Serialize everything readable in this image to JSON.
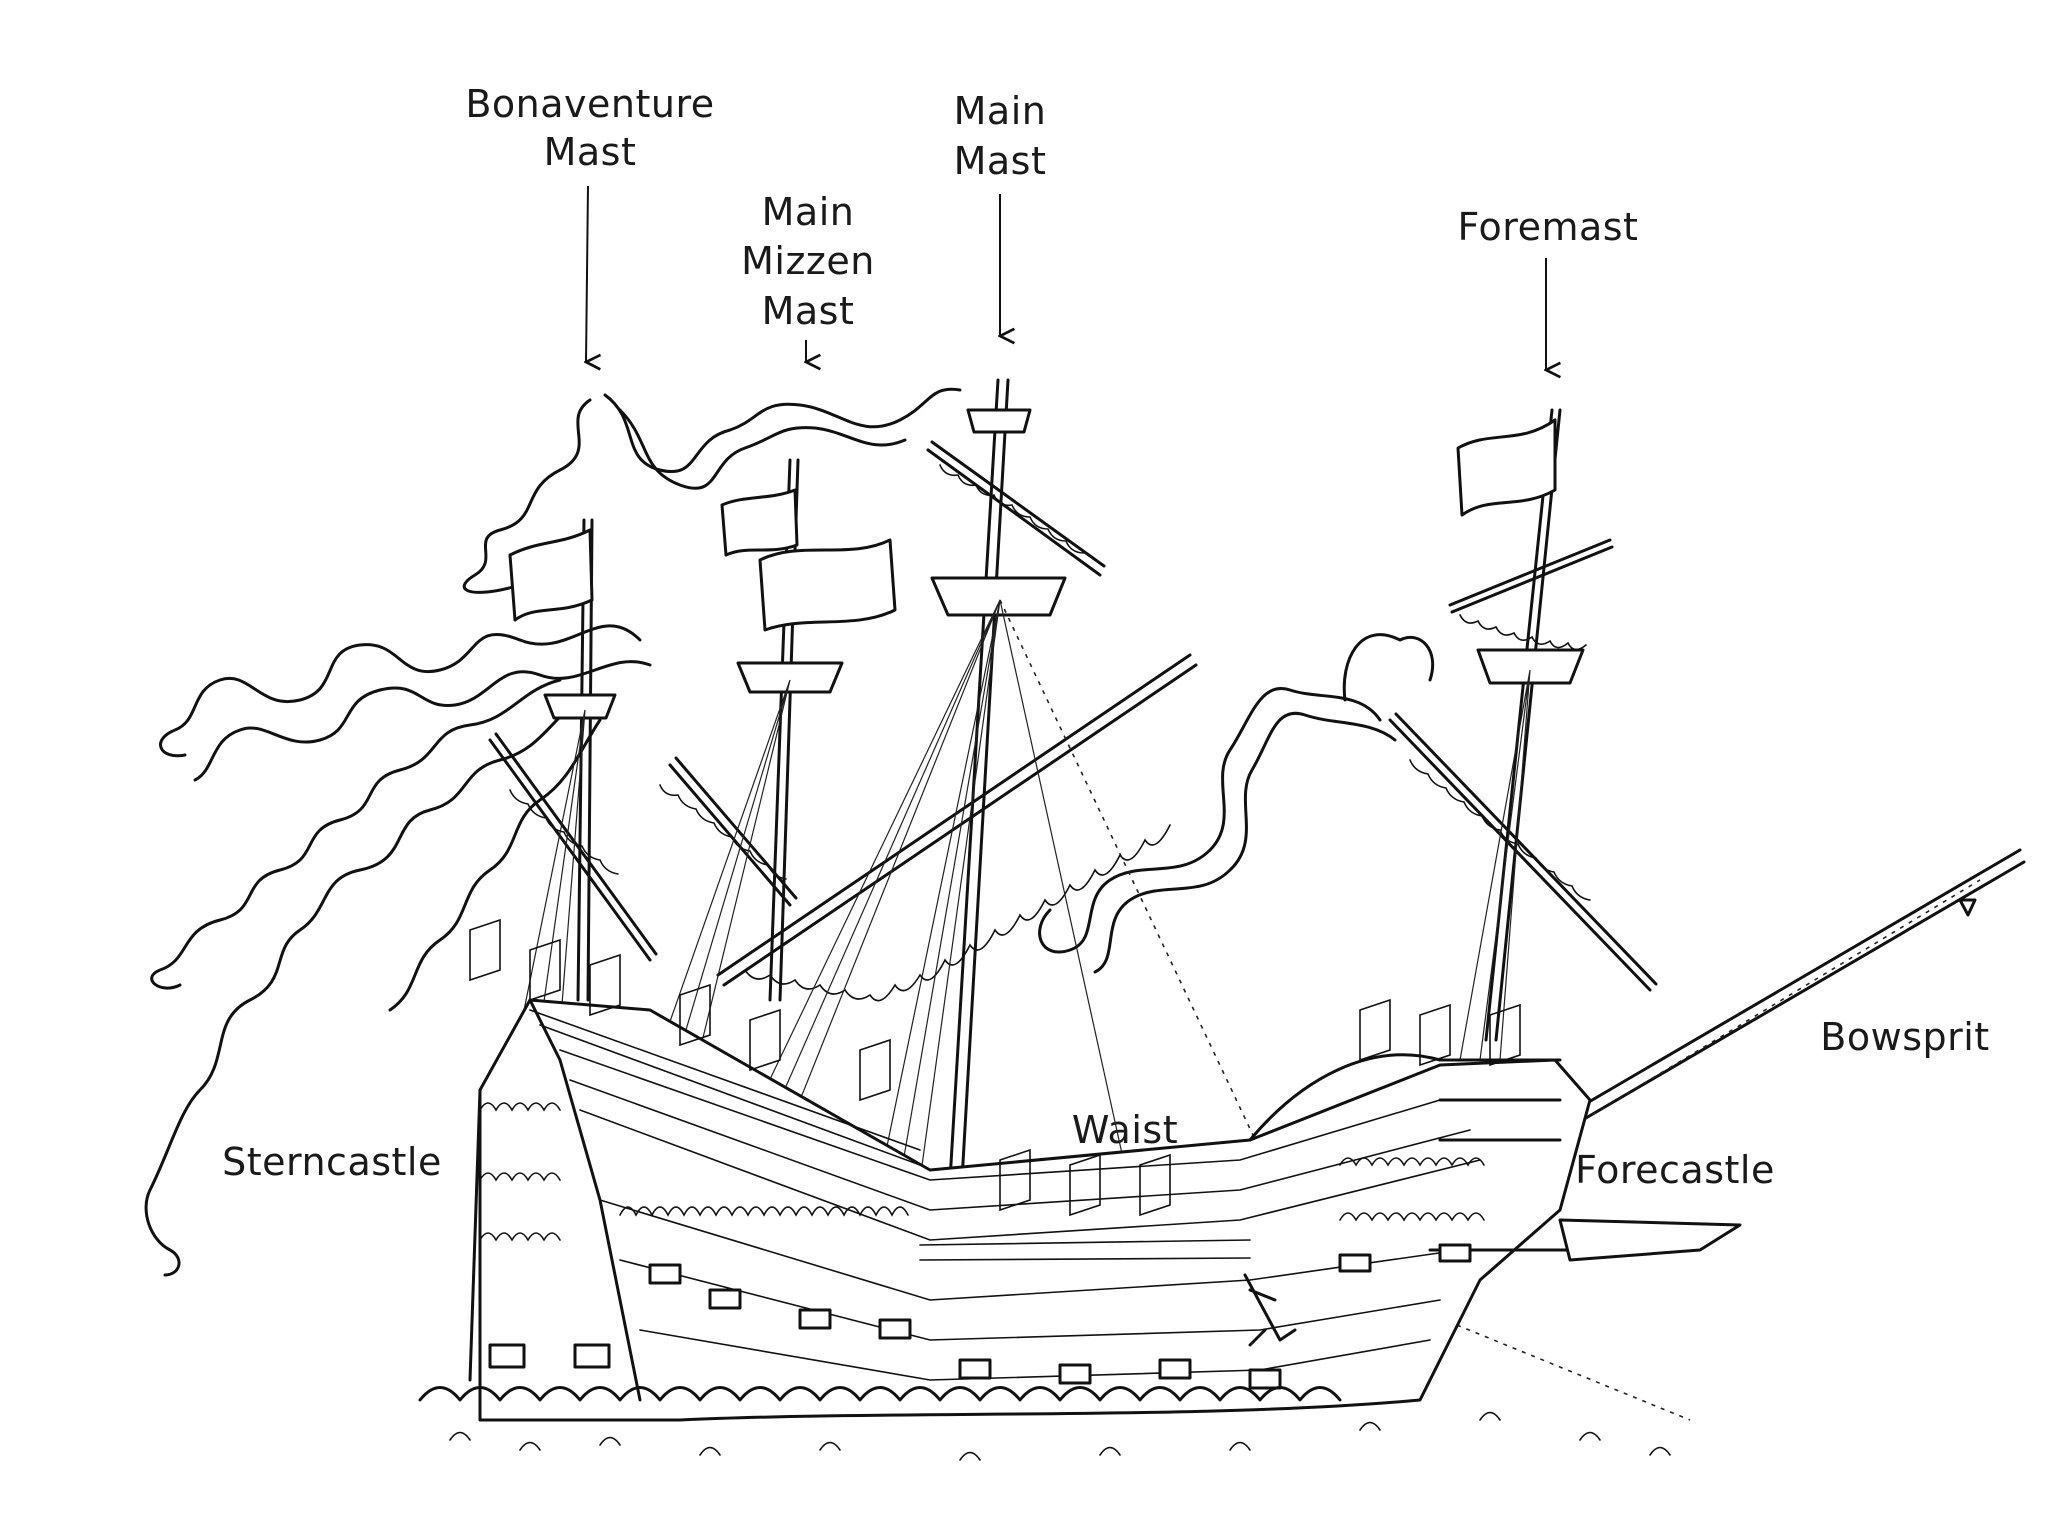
{
  "labels": {
    "bonaventure_mast": [
      "Bonaventure",
      "Mast"
    ],
    "main_mizzen_mast": [
      "Main",
      "Mizzen",
      "Mast"
    ],
    "main_mast": [
      "Main",
      "Mast"
    ],
    "foremast": [
      "Foremast"
    ],
    "bowsprit": [
      "Bowsprit"
    ],
    "sterncastle": [
      "Sterncastle"
    ],
    "waist": [
      "Waist"
    ],
    "forecastle": [
      "Forecastle"
    ]
  },
  "colors": {
    "ink": "#111111",
    "paper": "#ffffff"
  }
}
